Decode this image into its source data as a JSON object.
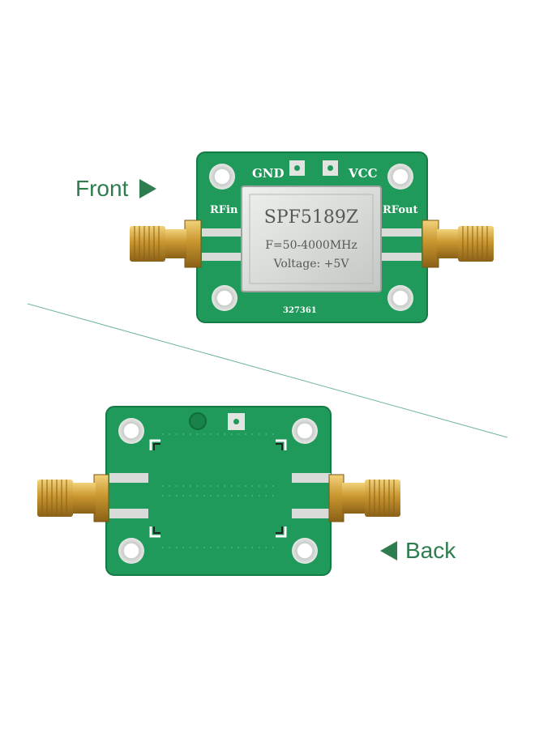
{
  "labels": {
    "front": "Front",
    "back": "Back",
    "color": "#2e7d4f"
  },
  "front_board": {
    "silkscreen": {
      "gnd": "GND",
      "vcc": "VCC",
      "rfin": "RFin",
      "rfout": "RFout",
      "serial": "327361"
    },
    "chip": {
      "model": "SPF5189Z",
      "frequency": "F=50-4000MHz",
      "voltage": "Voltage: +5V"
    }
  },
  "colors": {
    "pcb": "#1f9a5a",
    "pcb_dark": "#17834b",
    "gold": "#c9962f",
    "shield": "#d7d9d7",
    "divider": "#6fb59a"
  }
}
